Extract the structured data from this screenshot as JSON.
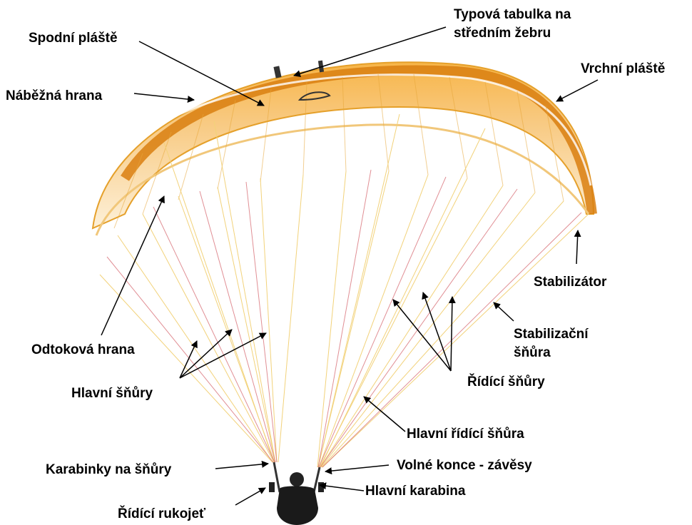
{
  "labels": {
    "spodni_plaste": "Spodní pláště",
    "typova_tabulka_line1": "Typová tabulka na",
    "typova_tabulka_line2": "středním žebru",
    "vrchni_plaste": "Vrchní pláště",
    "nabezna_hrana": "Náběžná hrana",
    "stabilizator": "Stabilizátor",
    "stabilizacni_line1": "Stabilizační",
    "stabilizacni_line2": "šňůra",
    "odtokova_hrana": "Odtoková hrana",
    "ridici_snury": "Řídící šňůry",
    "hlavni_snury": "Hlavní šňůry",
    "hlavni_ridici_snura": "Hlavní řídící šňůra",
    "karabinky_na_snury": "Karabinky na šňůry",
    "volne_konce": "Volné konce  - závěsy",
    "ridici_rukojet": "Řídící rukojeť",
    "hlavni_karabina": "Hlavní karabina"
  },
  "colors": {
    "canopy_light": "#fbe3b8",
    "canopy_mid": "#f5b24a",
    "canopy_dark": "#e08a12",
    "line_yellow": "#f2d27a",
    "line_red": "#d9737a",
    "text": "#000000"
  }
}
